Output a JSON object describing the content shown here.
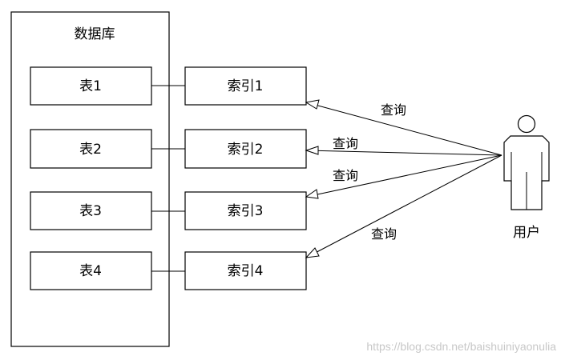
{
  "database_label": "数据库",
  "tables": [
    "表1",
    "表2",
    "表3",
    "表4"
  ],
  "indexes": [
    "索引1",
    "索引2",
    "索引3",
    "索引4"
  ],
  "query_label": "查询",
  "user_label": "用户",
  "watermark": "https://blog.csdn.net/baishuiniyaonulia"
}
